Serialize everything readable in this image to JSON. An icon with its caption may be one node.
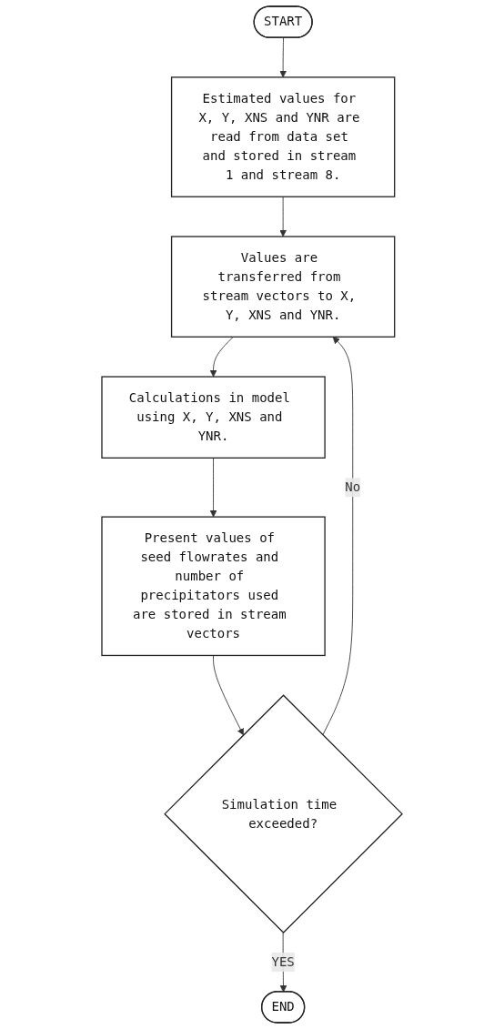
{
  "diagram": {
    "nodes": [
      {
        "text": [
          "START"
        ]
      },
      {
        "text": [
          "Estimated values for X, Y, XNS and YNR are read from data set and stored in stream 1 and stream 8."
        ]
      },
      {
        "text": [
          "Values are transferred from stream vectors to X, Y, XNS and YNR."
        ]
      },
      {
        "text": [
          "Calculations in model using X, Y, XNS and YNR."
        ]
      },
      {
        "text": [
          "Present values of seed flowrates and number of precipitators used are stored in stream vectors"
        ]
      },
      {
        "text": [
          "Simulation time exceeded?"
        ]
      },
      {
        "text": [
          "END"
        ]
      }
    ],
    "edges": [
      {
        "from": 0,
        "to": 1,
        "arrow": "to"
      },
      {
        "from": 1,
        "to": 2,
        "arrow": "to"
      },
      {
        "from": 2,
        "to": 3,
        "arrow": "to"
      },
      {
        "from": 3,
        "to": 4,
        "arrow": "to"
      },
      {
        "from": 4,
        "to": 5,
        "arrow": "to"
      },
      {
        "from": 5,
        "to": 2,
        "arrow": "to",
        "label": "No"
      },
      {
        "from": 5,
        "to": 6,
        "arrow": "to",
        "label": "YES"
      }
    ]
  }
}
